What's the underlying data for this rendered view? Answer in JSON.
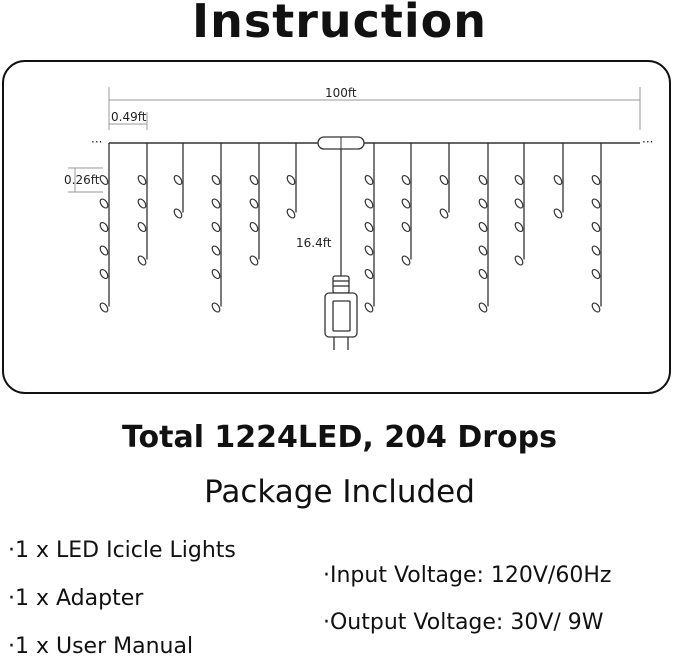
{
  "title": "Instruction",
  "diagram": {
    "total_length_label": "100ft",
    "drop_spacing_label": "0.49ft",
    "bulb_spacing_label": "0.26ft",
    "lead_cable_label": "16.4ft",
    "line_end_marker": "···"
  },
  "summary": "Total 1224LED, 204 Drops",
  "package": {
    "heading": "Package Included",
    "items": [
      "·1 x LED Icicle Lights",
      "·1 x Adapter",
      "·1 x User Manual"
    ],
    "specs": [
      "·Input Voltage: 120V/60Hz",
      "·Output Voltage: 30V/ 9W"
    ]
  }
}
